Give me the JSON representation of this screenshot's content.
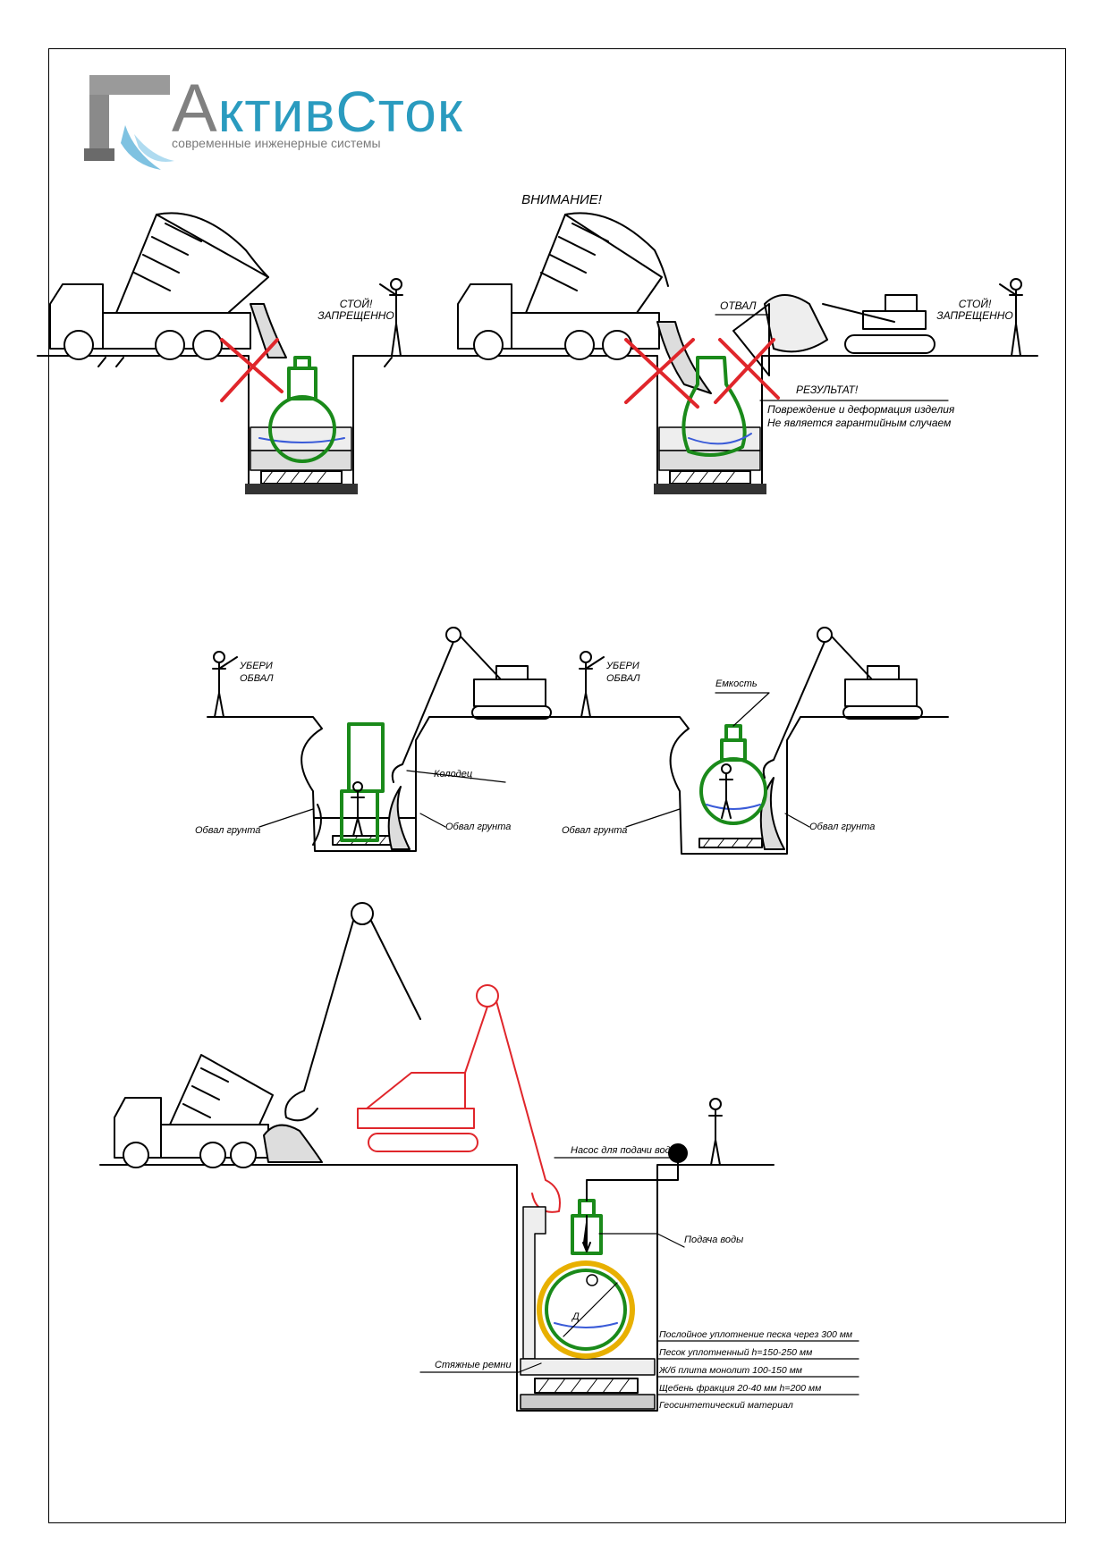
{
  "logo": {
    "title_a": "А",
    "title_rest": "ктивСток",
    "subtitle": "современные инженерные системы"
  },
  "colors": {
    "product": "#1a8a1a",
    "forbidden": "#e0262b",
    "excavator_red": "#e0262b",
    "sand_yellow": "#e8b000",
    "water": "#3a5bd8",
    "logo_blue": "#2a9bbf",
    "logo_gray": "#808080"
  },
  "section1": {
    "heading": "ВНИМАНИЕ!",
    "left_stop_line1": "СТОЙ!",
    "left_stop_line2": "ЗАПРЕЩЕННО",
    "right_stop_line1": "СТОЙ!",
    "right_stop_line2": "ЗАПРЕЩЕННО",
    "otval": "ОТВАЛ",
    "result_title": "РЕЗУЛЬТАТ!",
    "result_line1": "Повреждение и деформация изделия",
    "result_line2": "Не является гарантийным случаем"
  },
  "section2": {
    "left_command_line1": "УБЕРИ",
    "left_command_line2": "ОБВАЛ",
    "right_command_line1": "УБЕРИ",
    "right_command_line2": "ОБВАЛ",
    "kolodets": "Колодец",
    "emkost": "Емкость",
    "obval_1": "Обвал грунта",
    "obval_2": "Обвал грунта",
    "obval_3": "Обвал грунта",
    "obval_4": "Обвал грунта"
  },
  "section3": {
    "pump": "Насос для подачи воды.",
    "water_supply": "Подача воды",
    "diameter_mark": "Д",
    "straps": "Стяжные ремни",
    "layers": [
      "Послойное уплотнение песка через 300 мм",
      "Песок уплотненный h=150-250 мм",
      "Ж/б плита монолит 100-150 мм",
      "Щебень фракция 20-40 мм h=200 мм",
      "Геосинтетический материал"
    ]
  }
}
